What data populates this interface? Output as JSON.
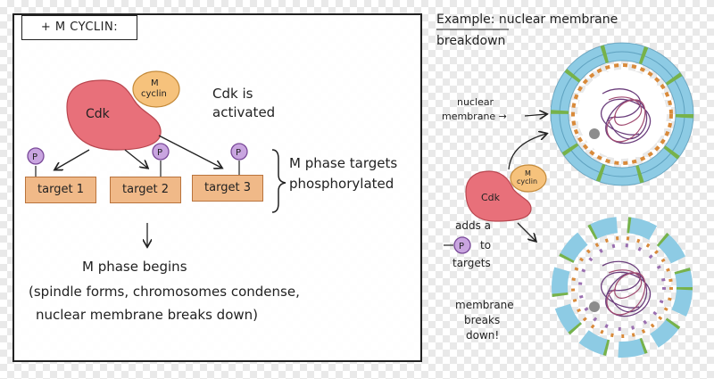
{
  "left_panel": {
    "header": "+ M CYCLIN:",
    "cdk_label": "Cdk",
    "cyclin_label": [
      "M",
      "cyclin"
    ],
    "activation_text": [
      "Cdk is",
      "activated"
    ],
    "phospho_label": "P",
    "targets": [
      "target 1",
      "target 2",
      "target 3"
    ],
    "brace_text": [
      "M phase targets",
      "phosphorylated"
    ],
    "result_lines": [
      "M phase begins",
      "(spindle forms, chromosomes condense,",
      "nuclear membrane breaks down)"
    ]
  },
  "right_panel": {
    "example_title": [
      "Example: nuclear membrane",
      "breakdown"
    ],
    "membrane_label": [
      "nuclear",
      "membrane →"
    ],
    "cdk_label": "Cdk",
    "cyclin_label": [
      "M",
      "cyclin"
    ],
    "adds_text": [
      "adds a",
      "to",
      "targets"
    ],
    "phospho_label": "P",
    "breaks_text": [
      "membrane",
      "breaks",
      "down!"
    ]
  },
  "colors": {
    "cdk": "#e8707a",
    "cyclin": "#f6c27c",
    "phosphate": "#9a6fb0",
    "target": "#f0b988",
    "membrane": "#8dcbe4",
    "chromatin": "#6b3e7c"
  }
}
